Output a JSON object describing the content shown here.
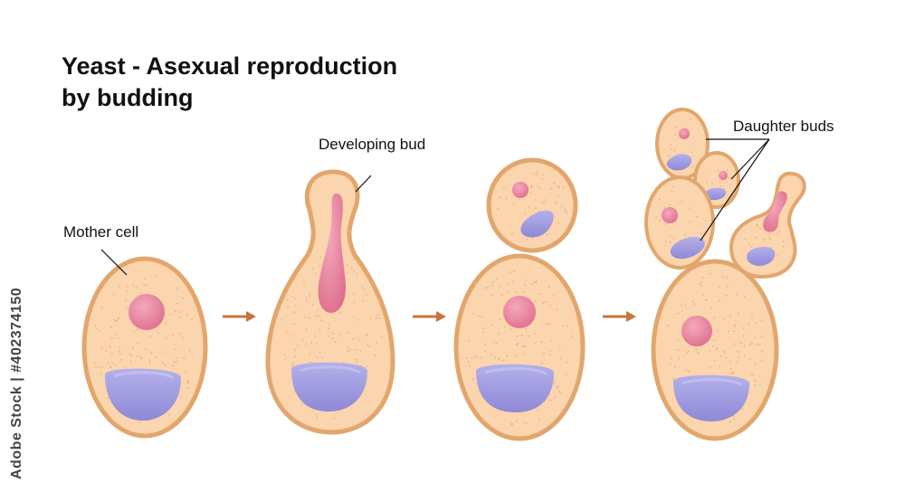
{
  "title": {
    "line1": "Yeast - Asexual reproduction",
    "line2": "by budding"
  },
  "labels": {
    "mother_cell": "Mother cell",
    "developing_bud": "Developing bud",
    "daughter_buds": "Daughter buds"
  },
  "stock_id": "Adobe Stock | #402374150",
  "colors": {
    "membrane": "#E2A66C",
    "cytoplasm": "#FAD5AE",
    "speckle": "#E8A574",
    "nucleus": "#E9829F",
    "vacuole": "#A8A3E0",
    "arrow": "#C8743E"
  }
}
